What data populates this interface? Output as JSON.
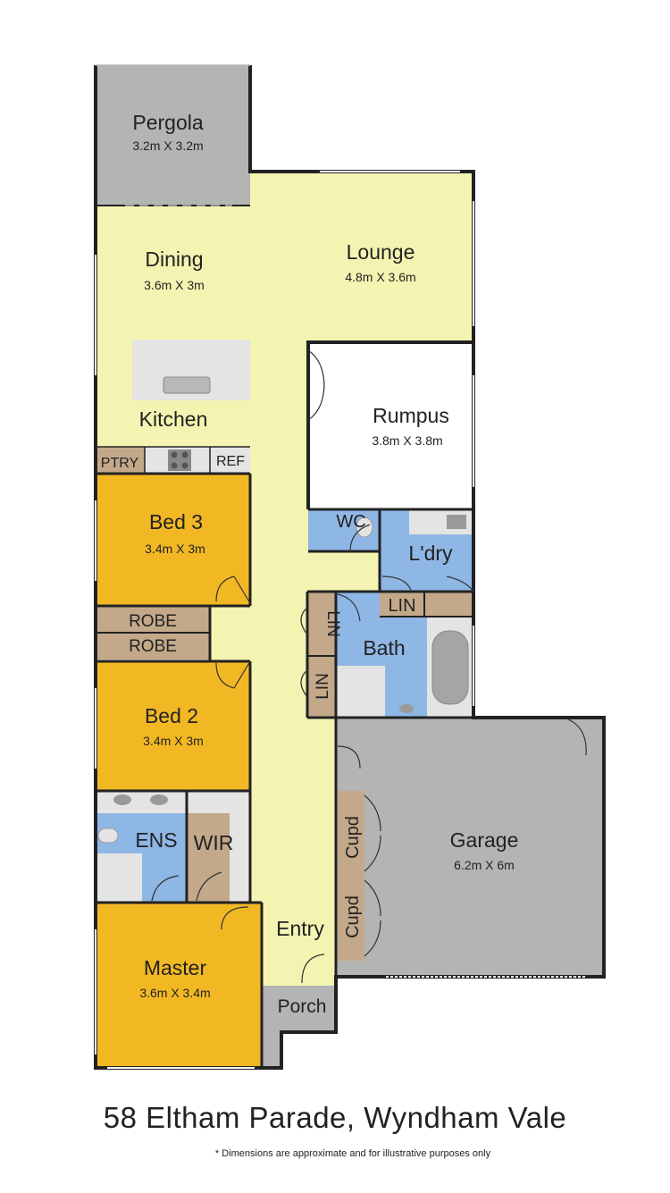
{
  "colors": {
    "living": "#f4f4b2",
    "bedroom": "#f2b824",
    "wet": "#8fb7e6",
    "garage": "#b4b4b4",
    "storage": "#c3a98a",
    "fixture": "#e4e4e4",
    "wall": "#222222"
  },
  "rooms": {
    "pergola": {
      "name": "Pergola",
      "dims": "3.2m X 3.2m"
    },
    "dining": {
      "name": "Dining",
      "dims": "3.6m X 3m"
    },
    "lounge": {
      "name": "Lounge",
      "dims": "4.8m X 3.6m"
    },
    "kitchen": {
      "name": "Kitchen"
    },
    "rumpus": {
      "name": "Rumpus",
      "dims": "3.8m X 3.8m"
    },
    "ptry": {
      "name": "PTRY"
    },
    "ref": {
      "name": "REF"
    },
    "bed3": {
      "name": "Bed 3",
      "dims": "3.4m X 3m"
    },
    "wc": {
      "name": "WC"
    },
    "laundry": {
      "name": "L'dry"
    },
    "robe1": {
      "name": "ROBE"
    },
    "robe2": {
      "name": "ROBE"
    },
    "lin_hall_1": {
      "name": "LIN"
    },
    "lin_hall_2": {
      "name": "LIN"
    },
    "lin_bath": {
      "name": "LIN"
    },
    "bath": {
      "name": "Bath"
    },
    "bed2": {
      "name": "Bed 2",
      "dims": "3.4m X 3m"
    },
    "ens": {
      "name": "ENS"
    },
    "wir": {
      "name": "WIR"
    },
    "cupd1": {
      "name": "Cupd"
    },
    "cupd2": {
      "name": "Cupd"
    },
    "garage": {
      "name": "Garage",
      "dims": "6.2m X 6m"
    },
    "entry": {
      "name": "Entry"
    },
    "master": {
      "name": "Master",
      "dims": "3.6m X 3.4m"
    },
    "porch": {
      "name": "Porch"
    }
  },
  "footer": {
    "address": "58 Eltham Parade, Wyndham Vale",
    "disclaimer": "* Dimensions are approximate and for illustrative purposes only"
  }
}
